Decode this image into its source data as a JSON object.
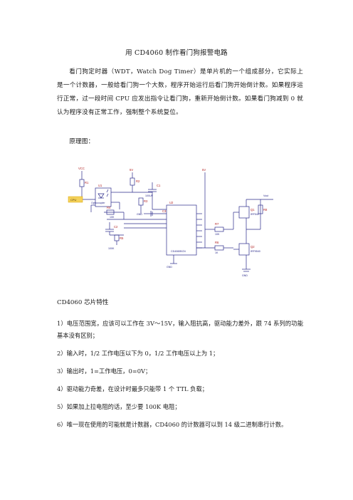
{
  "title": "用 CD4060 制作看门狗报警电路",
  "intro": "看门狗定时器（WDT，Watch Dog Timer）是单片机的一个组成部分，它实际上是一个计数器，一般给看门狗一个大数，程序开始运行后看门狗开始倒计数。如果程序运行正常，过一段时间 CPU 应发出指令让看门狗，重新开始倒计数。如果看门狗减到 0 就认为程序没有正常工作，强制整个系统复位。",
  "schematic_label": "原理图：",
  "schematic": {
    "vcc_left": "VCC",
    "v5": "5V",
    "r1": "R1",
    "r2": "R2",
    "r3": "R3",
    "r4": "R4",
    "r5": "R5",
    "r6": "R6",
    "r7": "R7",
    "r8": "R8",
    "c1": "C1",
    "c2": "C2",
    "c3": "C3",
    "u1": "U1",
    "u2": "U2",
    "q1": "Q1",
    "q2": "Q2",
    "gnd": "GND",
    "chip": "CD4060BCN",
    "optocoupler": "Optocoupler",
    "input_tag": "CPU",
    "output_tag": "Vout",
    "q1_part": "IRF540",
    "q2_part": "IRF9540",
    "val_100k": "100K",
    "val_1k": "1K",
    "val_10k": "10K",
    "val_100uf": "100UF"
  },
  "features_heading": "CD4060 芯片特性",
  "features": [
    "1）电压范围宽，应该可以工作在 3V～15V，输入阻抗高，驱动能力差外，跟 74 系列的功能基本没有区别；",
    "2）输入时，1/2 工作电压以下为 0，1/2 工作电压以上为 1；",
    "3）输出时，1=工作电压，0=0V；",
    "4）驱动能力奇差，在设计时最多只能带 1 个 TTL 负载；",
    "5）如果加上拉电阻的话，至少要 100K 电阻；",
    "6）唯一现在使用的可能就是计数器，CD4060 的计数器可以到 14 级二进制串行计数。"
  ],
  "colors": {
    "wire": "#2a2a8a",
    "text": "#1a1a1a",
    "label": "#b22222",
    "tag": "#d9a400"
  }
}
